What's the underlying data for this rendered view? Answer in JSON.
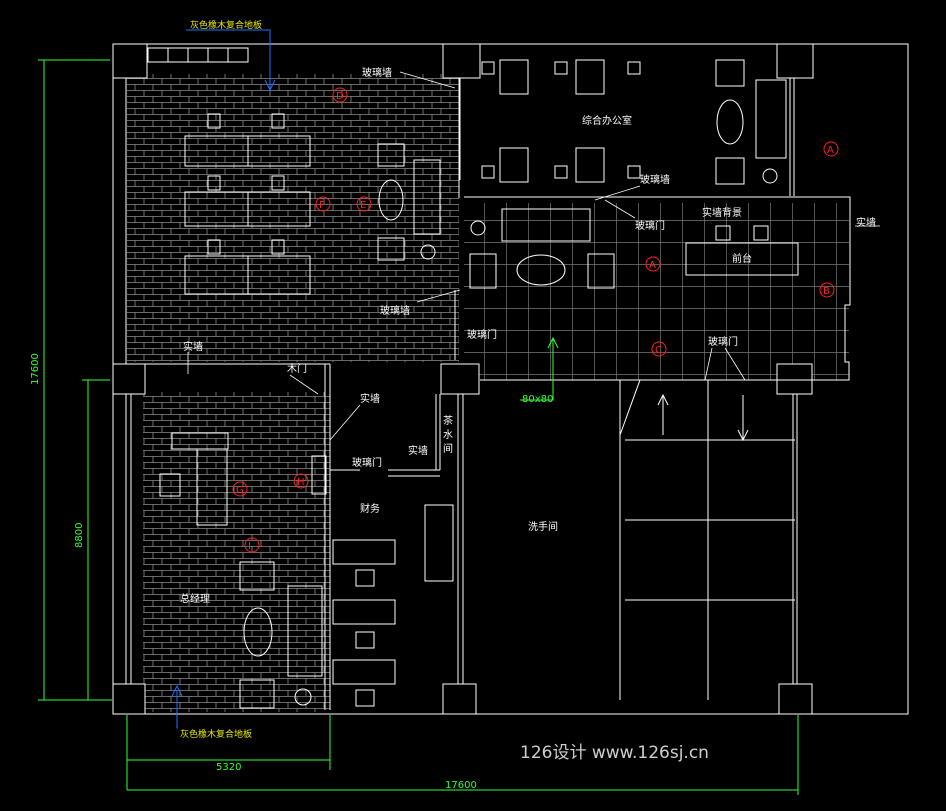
{
  "floor_note_top": "灰色橡木复合地板",
  "floor_note_bottom": "灰色橡木复合地板",
  "rooms": {
    "office": "综合办公室",
    "reception": "前台",
    "reception_wall": "实墙背景",
    "washroom": "洗手间",
    "finance": "财务",
    "manager": "总经理",
    "tea": "茶水间"
  },
  "tea_chars": [
    "茶",
    "水",
    "间"
  ],
  "notes": {
    "glass_wall_1": "玻璃墙",
    "glass_wall_2": "玻璃墙",
    "glass_wall_3": "玻璃墙",
    "glass_door_1": "玻璃门",
    "glass_door_2": "玻璃门",
    "glass_door_3": "玻璃门",
    "glass_door_4": "玻璃门",
    "solid_wall_1": "实墙",
    "solid_wall_2": "实墙",
    "solid_wall_3": "实墙",
    "solid_wall_4": "实墙",
    "wood_door": "木门",
    "tile": "80x80"
  },
  "dimensions": {
    "left_total": "17600",
    "left_partial": "8800",
    "bottom_partial": "5320",
    "bottom_total": "17600"
  },
  "markers": {
    "office_a": "A",
    "reception_a": "A",
    "reception_b": "B",
    "reception_c": "C",
    "upper_d": "D",
    "upper_e": "E",
    "upper_f": "F",
    "lower_g": "G",
    "lower_h": "H",
    "lower_i": "I"
  },
  "watermark": "126设计 www.126sj.cn",
  "colors": {
    "lines": "#ffffff",
    "dimensions": "#00ff00",
    "markers": "#ff2020",
    "notes": "#e8e800"
  }
}
